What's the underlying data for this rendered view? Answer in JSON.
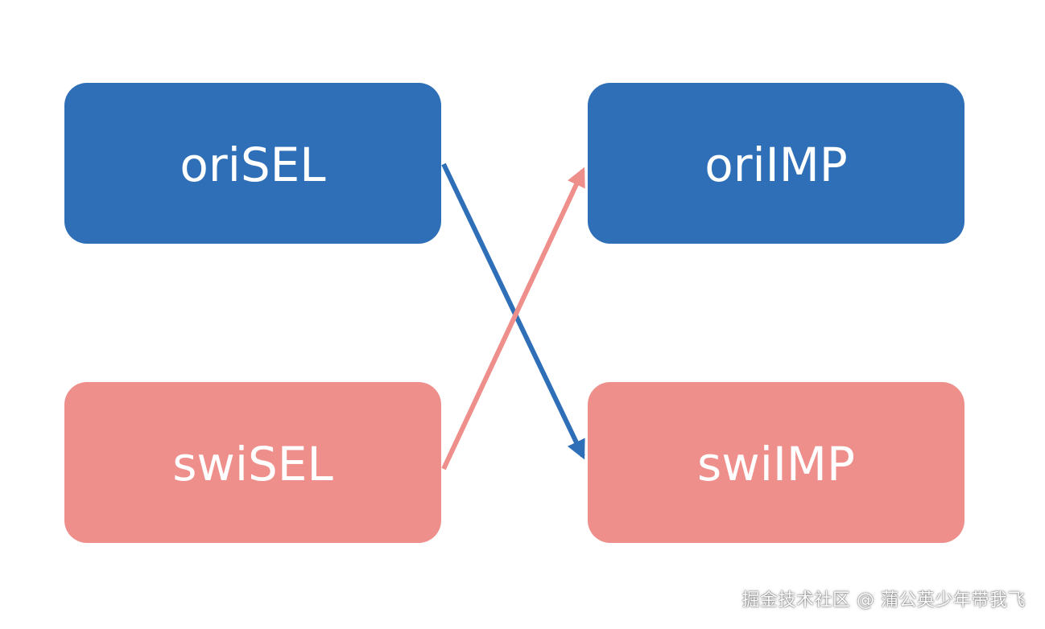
{
  "nodes": {
    "ori_sel": {
      "label": "oriSEL",
      "color": "#2e6fb8"
    },
    "ori_imp": {
      "label": "oriIMP",
      "color": "#2e6fb8"
    },
    "swi_sel": {
      "label": "swiSEL",
      "color": "#ef8f8b"
    },
    "swi_imp": {
      "label": "swiIMP",
      "color": "#ef8f8b"
    }
  },
  "edges": [
    {
      "from": "oriSEL",
      "to": "swiIMP",
      "color": "#2e6fb8"
    },
    {
      "from": "swiSEL",
      "to": "oriIMP",
      "color": "#ef8f8b"
    }
  ],
  "watermark": "掘金技术社区 @ 蒲公英少年带我飞"
}
